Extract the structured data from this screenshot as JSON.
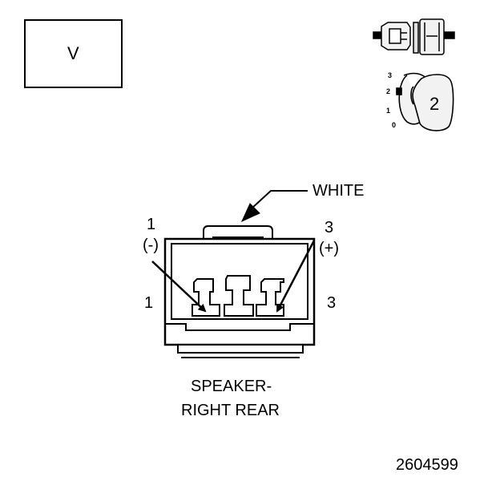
{
  "view_box": {
    "label": "V"
  },
  "orientation_key": {
    "positions": [
      "3",
      "2",
      "1",
      "0"
    ],
    "selected": "2"
  },
  "connector": {
    "color_callout": "WHITE",
    "left_pin": {
      "number": "1",
      "polarity": "(-)",
      "cavity": "1"
    },
    "right_pin": {
      "number": "3",
      "polarity": "(+)",
      "cavity": "3"
    },
    "name_line1": "SPEAKER-",
    "name_line2": "RIGHT REAR"
  },
  "figure_number": "2604599"
}
